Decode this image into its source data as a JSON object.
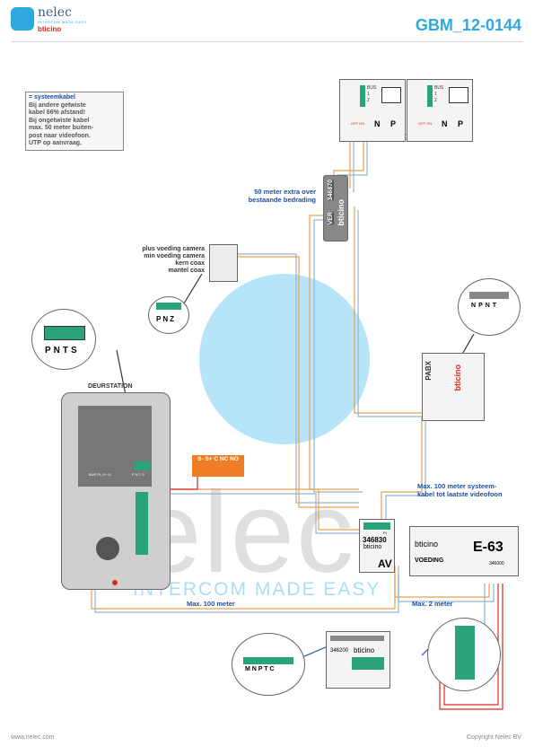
{
  "header": {
    "brand": "nelec",
    "tagline": "INTERCOM MADE EASY",
    "sub_brand": "bticino",
    "doc_code": "GBM_12-0144"
  },
  "legend_note": {
    "cable_label": "= systeemkabel",
    "lines": [
      "Bij andere getwiste",
      "kabel 66% afstand!",
      "Bij ongetwiste kabel",
      "max. 50 meter buiten-",
      "post naar videofoon.",
      "UTP op aanvraag."
    ]
  },
  "labels": {
    "extra_wiring": [
      "50 meter extra over",
      "bestaande bedrading"
    ],
    "camera": [
      "plus voeding camera",
      "min voeding camera",
      "kern coax",
      "mantel coax"
    ],
    "deurstation": "DEURSTATION",
    "max_system": [
      "Max. 100 meter systeem-",
      "kabel tot laatste videofoon"
    ],
    "max_100": "Max. 100 meter",
    "max_2": "Max. 2 meter"
  },
  "devices": {
    "adapter_code": "346870",
    "adapter_ver": "VER",
    "adapter_brand": "bticino",
    "av_code": "346830",
    "av_mark": "AV",
    "av_pi": "PI",
    "psu_brand": "bticino",
    "psu_model": "E-63",
    "psu_label": "VOEDING",
    "psu_code": "346000",
    "module_code": "346200",
    "module_brand": "bticino",
    "pabx_label": "PABX",
    "pabx_brand": "bticino",
    "monitor_keys": [
      "N",
      "P"
    ],
    "monitor_switch": "OFF ON",
    "monitor_terms": [
      "BUS",
      "1",
      "2"
    ],
    "relay_terms": "S- S+ C NC NO",
    "door_terms": "BUS PL S+ S-",
    "door_pnts": "P N T S",
    "zoom_pnts": [
      "P",
      "N",
      "T",
      "S"
    ],
    "zoom_pnz": [
      "P",
      "N",
      "Z"
    ],
    "zoom_pabx": [
      "N",
      "P",
      "NT"
    ],
    "zoom_module": "M N P T C"
  },
  "footer": {
    "website": "www.nelec.com",
    "copyright": "Copyright Nelec BV"
  },
  "colors": {
    "brand_blue": "#2da9df",
    "text_blue": "#1f4e9c",
    "bticino_red": "#d42b1e",
    "relay_orange": "#f07e26",
    "wire_orange": "#e9a04a",
    "wire_blue": "#8fb3d9",
    "wire_red": "#d42b1e"
  }
}
